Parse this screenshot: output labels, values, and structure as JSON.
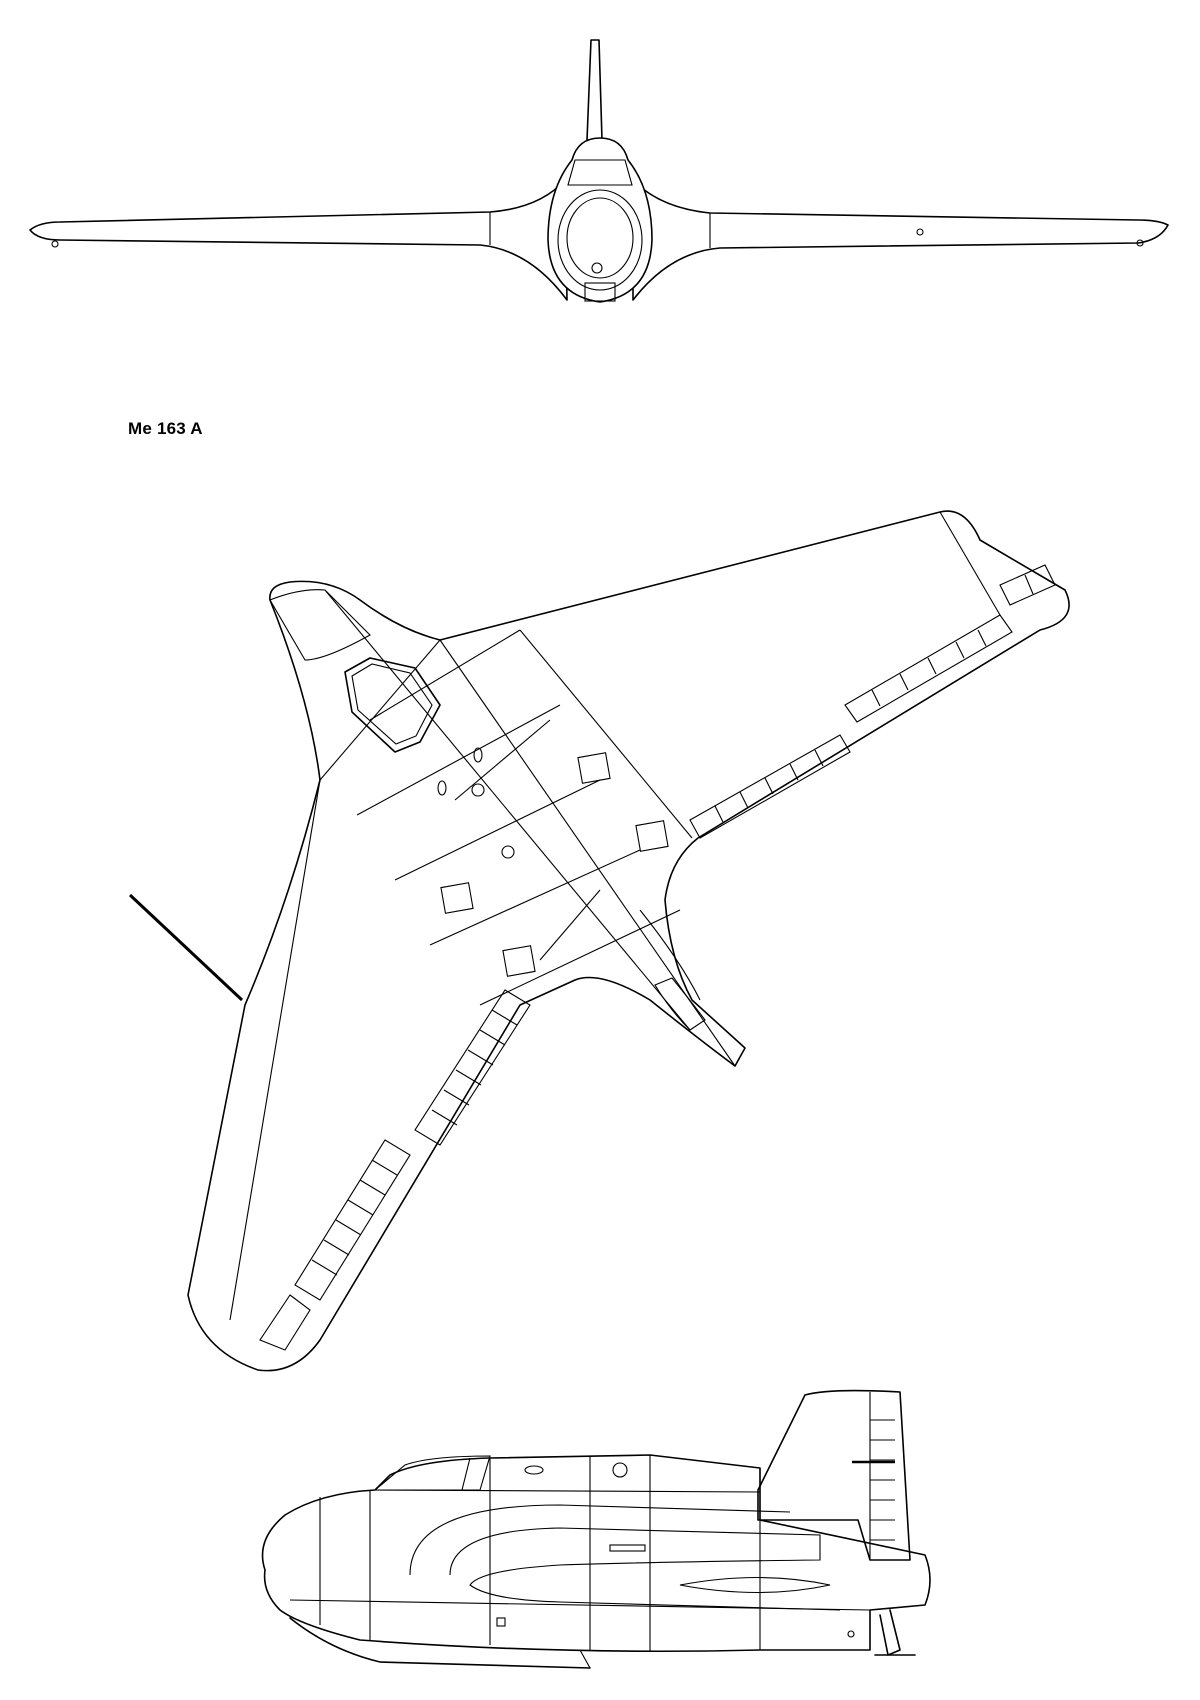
{
  "drawing": {
    "title": "Me 163 A",
    "views": [
      "front-view",
      "plan-view",
      "side-view"
    ]
  }
}
